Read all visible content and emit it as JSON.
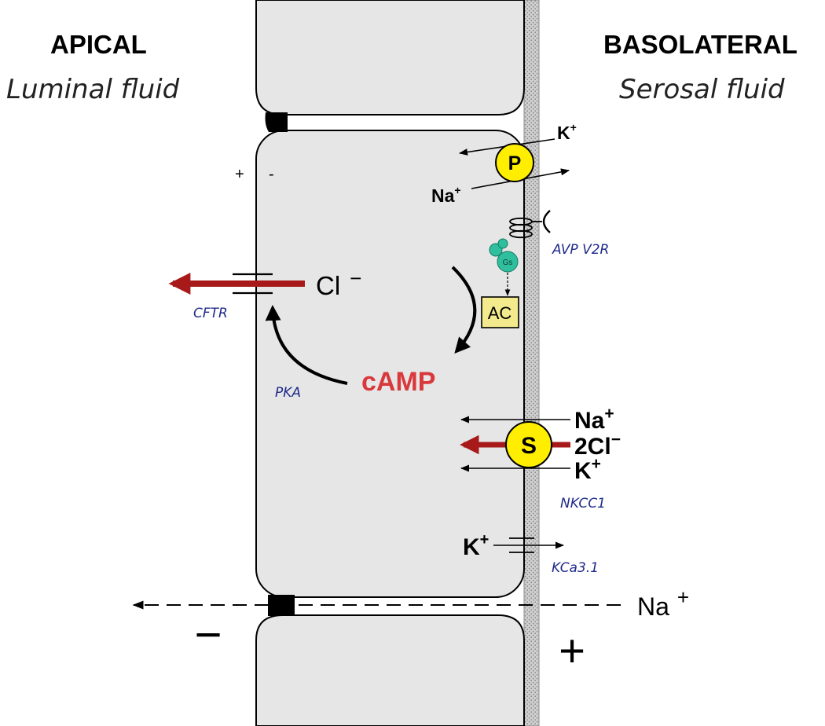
{
  "left_side": {
    "title": "APICAL",
    "subtitle": "Luminal fluid",
    "polarity": "−"
  },
  "right_side": {
    "title": "BASOLATERAL",
    "subtitle": "Serosal fluid",
    "polarity": "+"
  },
  "membrane_potential": {
    "plus": "+",
    "minus": "-"
  },
  "pump": {
    "symbol": "P",
    "ions": [
      {
        "base": "K",
        "charge": "+"
      },
      {
        "base": "Na",
        "charge": "+"
      }
    ]
  },
  "receptor": {
    "name": "AVP V2R",
    "g_protein": "Gs",
    "enzyme": "AC"
  },
  "channels": {
    "cftr": {
      "name": "CFTR",
      "ion_base": "Cl",
      "ion_charge": "−"
    },
    "kca": {
      "name": "KCa3.1",
      "ion_base": "K",
      "ion_charge": "+"
    }
  },
  "messenger": {
    "name": "cAMP",
    "kinase": "PKA"
  },
  "cotransporter": {
    "symbol": "S",
    "name": "NKCC1",
    "ions": [
      {
        "base": "Na",
        "charge": "+"
      },
      {
        "base": "2Cl",
        "charge": "−"
      },
      {
        "base": "K",
        "charge": "+"
      }
    ]
  },
  "paracellular": {
    "ion_base": "Na",
    "ion_charge": "+"
  },
  "colors": {
    "cell_fill": "#e6e6e6",
    "chloride_arrow": "#a81a1a",
    "camp_text": "#d9383c",
    "transporter_fill": "#ffee00",
    "ac_fill": "#f2ea8c",
    "g_protein": "#2fbf9f",
    "name_text": "#1f2a8a"
  }
}
